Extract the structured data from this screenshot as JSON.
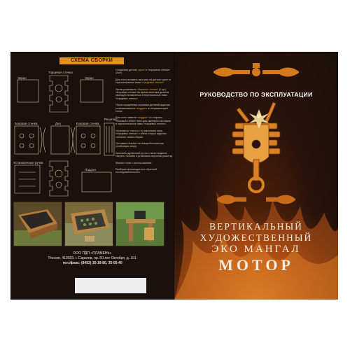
{
  "left_page": {
    "scheme_title": "СХЕМА СБОРКИ",
    "diagram_labels": {
      "screen_left": "Экран",
      "screen_right": "Экран",
      "end_wall": "Торцевая стенка",
      "side_wall_left": "Боковая стенка",
      "side_wall_right": "Боковая стенка",
      "bottom": "Дно",
      "grate": "Решетка",
      "handles": "Установочные ручки",
      "stand": "Поддон"
    },
    "steps": [
      {
        "text": "Соединить деталь «дно» и «торцевые стенки» (2шт)",
        "highlight": "«дно»"
      },
      {
        "text": "Для этого вставить выступы на детали «дно» в горизонтальные пазы «торцевых стенок».",
        "highlight": "«торцевых стенок»"
      },
      {
        "text": "Затем установить «боковые стенки» (2 шт). «Боковые стенки» во время монтажа должны свободно вставляться в вертикальные пазы «торцевых стенок».",
        "highlight": "«боковые стенки»"
      },
      {
        "text": "После соединения основных деталей изделия устанавливается «поддон» из нержавеющей стали.",
        "highlight": "«поддон»"
      },
      {
        "text": "Для этого завести «поддон» со стороны «боковой стенки» вниз для маневра и вставить в горизонтальные пазы «торцевых стенок».",
        "highlight": "«поддон»"
      },
      {
        "text": "Установить «экраны» в наклонные пазы «торцевых стенок» с обеих сторон изделия согласно схемы сборки.",
        "highlight": "«экраны»"
      },
      {
        "text": "Поставить Мангал на пожаробезопасную устойчивую опору.",
        "highlight": ""
      },
      {
        "text": "Заложить древесный уголь и легко поджечь. Нагреть топливо и установить верхнюю решетку.",
        "highlight": ""
      },
      {
        "text": "Мангал готов к использованию.",
        "highlight": ""
      },
      {
        "text": "Разборка производится в обратной последовательности.",
        "highlight": ""
      }
    ],
    "contact_lines": [
      "ООО ПДП «ПЛАМЕНЬ»",
      "Россия, 410033, г. Саратов, пр. 50 лет Октября, д. 101",
      "тел./факс: (8452) 35-18-80, 35-05-40"
    ]
  },
  "right_page": {
    "manual_title": "РУКОВОДСТВО ПО ЭКСПЛУАТАЦИИ",
    "line1": "ВЕРТИКАЛЬНЫЙ",
    "line2": "ХУДОЖЕСТВЕННЫЙ",
    "line3": "ЭКО МАНГАЛ",
    "line4": "МОТОР"
  },
  "colors": {
    "accent_orange": "#e3901c",
    "background_dark": "#1e120c",
    "flame": "#e0701a"
  }
}
